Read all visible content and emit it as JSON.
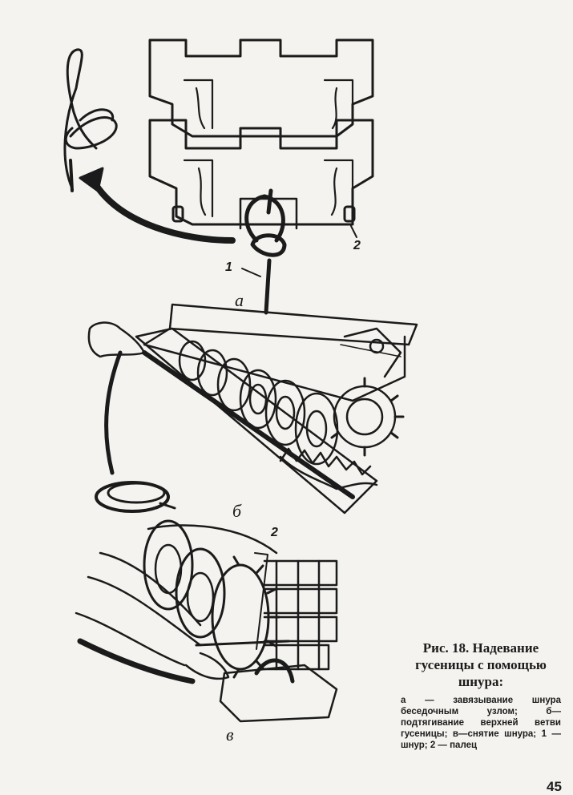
{
  "figure": {
    "panel_a": {
      "label": "а",
      "callout_1": "1",
      "callout_2": "2"
    },
    "panel_b": {
      "label": "б"
    },
    "panel_c": {
      "label": "в",
      "callout_2": "2"
    }
  },
  "caption": {
    "title": "Рис. 18. Надевание гусеницы с помощью шнура:",
    "text": "а — завязывание шнура беседочным узлом; б—подтягивание верхней ветви гусеницы; в—снятие шнура; 1 — шнур; 2 — палец"
  },
  "page_number": "45"
}
